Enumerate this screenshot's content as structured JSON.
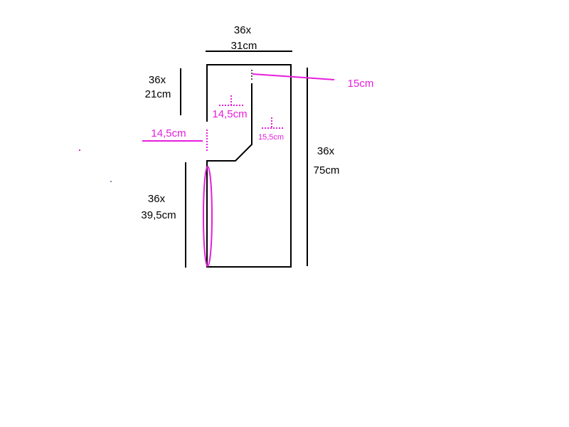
{
  "colors": {
    "outline": "#000000",
    "accent": "#e61edc",
    "background": "#ffffff"
  },
  "labels": {
    "top_count": "36x",
    "top_size": "31cm",
    "right_count": "36x",
    "right_size": "75cm",
    "upper_left_count": "36x",
    "upper_left_size": "21cm",
    "lower_left_count": "36x",
    "lower_left_size": "39,5cm",
    "pink_right": "15cm",
    "pink_inner": "14,5cm",
    "pink_left": "14,5cm",
    "pink_small": "15,5cm"
  }
}
